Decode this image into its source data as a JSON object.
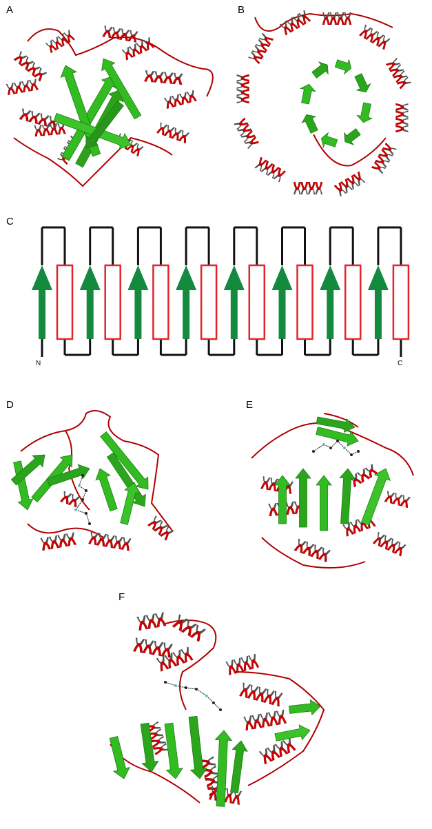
{
  "panels": [
    {
      "id": "A",
      "label": "A"
    },
    {
      "id": "B",
      "label": "B"
    },
    {
      "id": "C",
      "label": "C"
    },
    {
      "id": "D",
      "label": "D"
    },
    {
      "id": "E",
      "label": "E"
    },
    {
      "id": "F",
      "label": "F"
    }
  ],
  "topology": {
    "n_label": "N",
    "c_label": "C",
    "repeat_units": 8,
    "strand_color": "#138a3e",
    "helix_color": "#e0262b",
    "loop_color": "#111111"
  },
  "colors": {
    "helix": "#d00000",
    "helix_back": "#555555",
    "strand": "#33bb22",
    "strand_dark": "#1f7d14",
    "coil": "#b00000"
  }
}
